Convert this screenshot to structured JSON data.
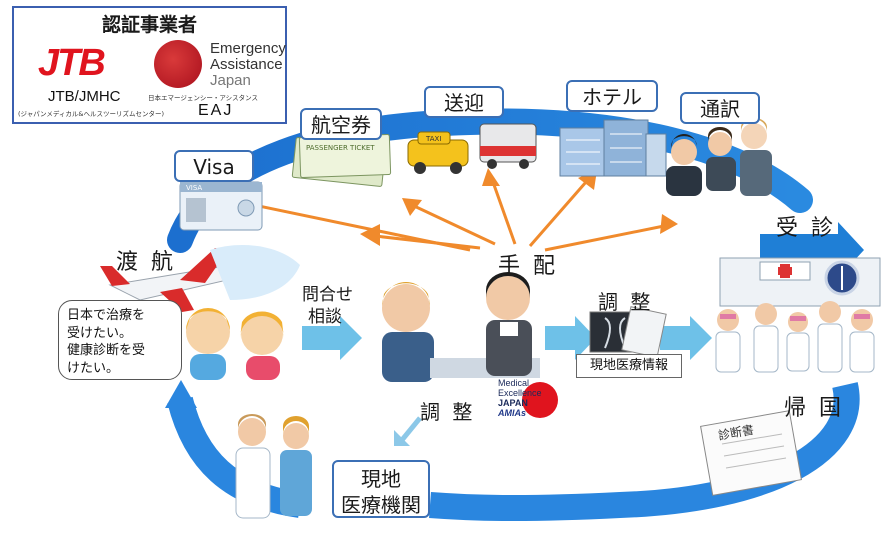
{
  "certification": {
    "title": "認証事業者",
    "jtb": {
      "logo_text": "JTB",
      "name": "JTB/JMHC",
      "subname": "(ジャパンメディカル&ヘルスツーリズムセンター)"
    },
    "eaj": {
      "line1": "Emergency",
      "line2": "Assistance",
      "line3": "Japan",
      "subname": "日本エマージェンシー・アシスタンス",
      "name": "EAJ"
    }
  },
  "labels": {
    "visa": "Visa",
    "air_ticket": "航空券",
    "transfer": "送迎",
    "hotel": "ホテル",
    "interpreter": "通訳",
    "consultation": "受 診",
    "arrangement": "手 配",
    "travel": "渡 航",
    "inquiry_line1": "問合せ",
    "inquiry_line2": "相談",
    "coordination_top": "調 整",
    "coordination_bottom": "調 整",
    "local_medical_info": "現地医療情報",
    "return_home": "帰 国",
    "local_institution_line1": "現地",
    "local_institution_line2": "医療機関"
  },
  "patient_bubble": {
    "line1": "日本で治療を",
    "line2": "受けたい。",
    "line3": "健康診断を受",
    "line4": "けたい。"
  },
  "mej": {
    "line1": "Medical",
    "line2": "Excellence",
    "line3": "JAPAN",
    "line4": "AMIAs"
  },
  "illustration_text": {
    "visa_card": "VISA",
    "passenger_ticket": "PASSENGER TICKET",
    "taxi": "TAXI",
    "certificate": "診断書"
  },
  "colors": {
    "cycle_blue": "#1f7fd6",
    "arrow_orange": "#f08a2c",
    "arrow_light_blue": "#6ec1e8",
    "jtb_red": "#e0141e",
    "eaj_red": "#c8102e",
    "box_border": "#3b6fb5"
  }
}
